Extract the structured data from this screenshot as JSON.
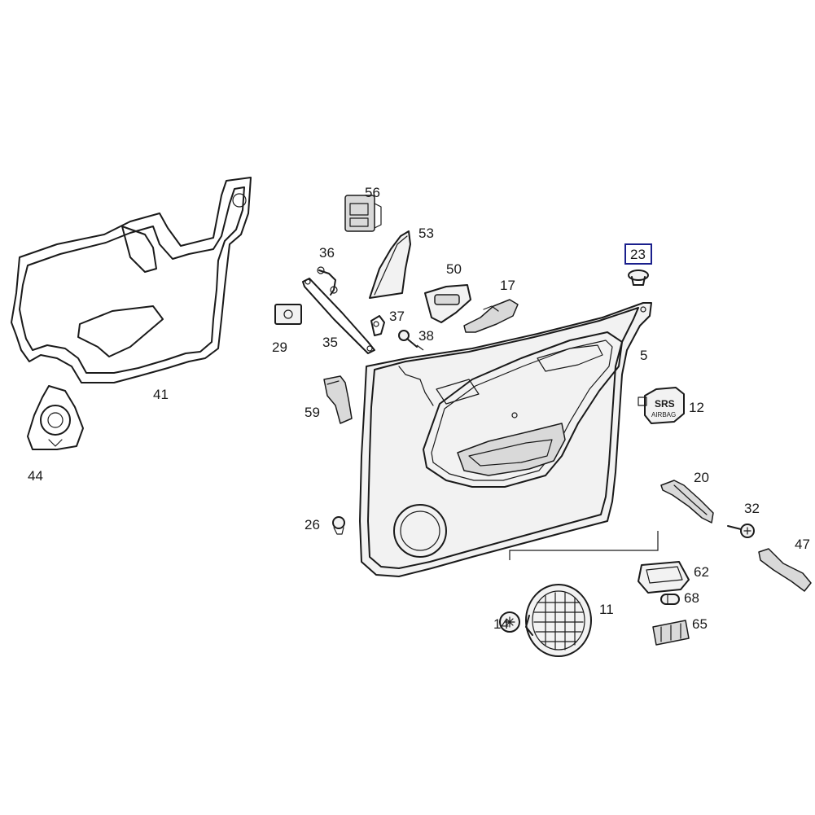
{
  "callouts": {
    "c56": "56",
    "c53": "53",
    "c36": "36",
    "c50": "50",
    "c17": "17",
    "c23": "23",
    "c37": "37",
    "c38": "38",
    "c29": "29",
    "c35": "35",
    "c5": "5",
    "c41": "41",
    "c59": "59",
    "c12": "12",
    "c44": "44",
    "c20": "20",
    "c32": "32",
    "c26": "26",
    "c47": "47",
    "c62": "62",
    "c11": "11",
    "c68": "68",
    "c14": "14",
    "c65": "65"
  },
  "highlighted_callout": "23",
  "colors": {
    "line": "#1a1a1a",
    "highlight_border": "#1a1f8c"
  },
  "badge_text": {
    "line1": "SRS",
    "line2": "AIRBAG"
  }
}
